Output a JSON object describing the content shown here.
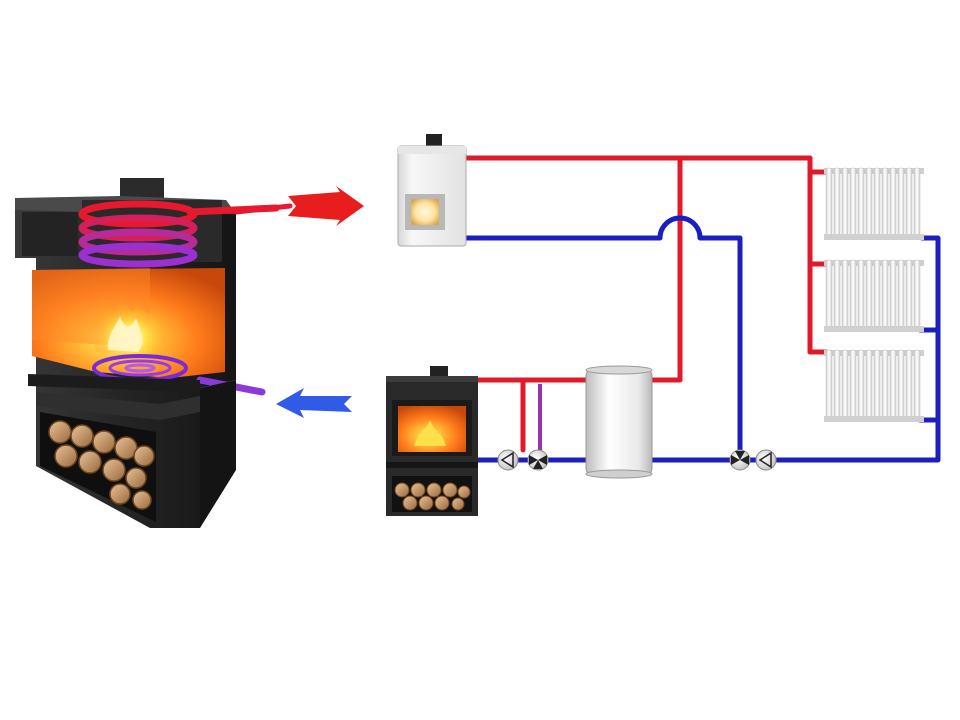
{
  "diagram": {
    "colors": {
      "background": "#ffffff",
      "supply_pipe": "#e0192b",
      "return_pipe": "#1c1fc0",
      "coil_hot": "#e8182e",
      "coil_cool": "#9b2fd0",
      "stove_body": "#2a2a2a",
      "firebox": "#ff7a1a",
      "flame": "#ffd23a",
      "boiler_case": "#f2f2f2",
      "tank_case": "#f7f7f7",
      "radiator": "#efefef",
      "arrow_hot": "#e81e1e",
      "arrow_cold": "#2f5be8"
    },
    "components": [
      {
        "key": "fireplace",
        "icon": "fireplace-cutaway-icon"
      },
      {
        "key": "heat_coil",
        "icon": "water-coil-icon"
      },
      {
        "key": "hot_flow_arrow",
        "icon": "arrow-right-icon"
      },
      {
        "key": "cold_flow_arrow",
        "icon": "arrow-left-icon"
      },
      {
        "key": "wall_boiler",
        "icon": "gas-boiler-icon"
      },
      {
        "key": "wood_stove",
        "icon": "wood-stove-icon"
      },
      {
        "key": "storage_tank",
        "icon": "buffer-tank-icon"
      },
      {
        "key": "radiators",
        "icon": "radiator-icon",
        "count": 3
      },
      {
        "key": "pumps",
        "icon": "circulation-pump-icon",
        "count": 2
      },
      {
        "key": "valves",
        "icon": "three-way-valve-icon",
        "count": 2
      }
    ],
    "pipes": [
      "supply",
      "return"
    ]
  }
}
